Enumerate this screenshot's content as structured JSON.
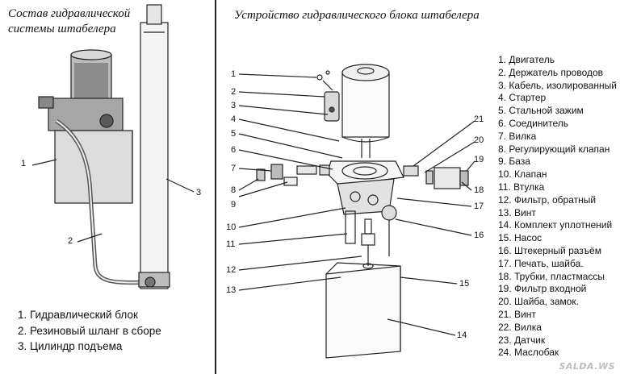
{
  "left_panel": {
    "title": "Состав гидравлической\nсистемы  штабелера",
    "callouts": [
      "1",
      "2",
      "3"
    ],
    "legend": [
      "1. Гидравлический блок",
      "2. Резиновый шланг в сборе",
      "3. Цилиндр подъема"
    ]
  },
  "right_panel": {
    "title": "Устройство гидравлического блока штабелера",
    "callouts": [
      "1",
      "2",
      "3",
      "4",
      "5",
      "6",
      "7",
      "8",
      "9",
      "10",
      "11",
      "12",
      "13",
      "14",
      "15",
      "16",
      "17",
      "18",
      "19",
      "20",
      "21"
    ],
    "legend": [
      "1. Двигатель",
      "2. Держатель проводов",
      "3. Кабель, изолированный",
      "4. Стартер",
      "5. Стальной зажим",
      "6. Соединитель",
      "7. Вилка",
      "8. Регулирующий клапан",
      "9. База",
      "10. Клапан",
      "11. Втулка",
      "12. Фильтр, обратный",
      "13. Винт",
      "14. Комплект уплотнений",
      "15. Насос",
      "16. Штекерный разъём",
      "17. Печать, шайба.",
      "18. Трубки, пластмассы",
      "19. Фильтр входной",
      "20. Шайба, замок.",
      "21. Винт",
      "22. Вилка",
      "23. Датчик",
      "24. Маслобак"
    ]
  },
  "watermark": "SALDA.WS"
}
